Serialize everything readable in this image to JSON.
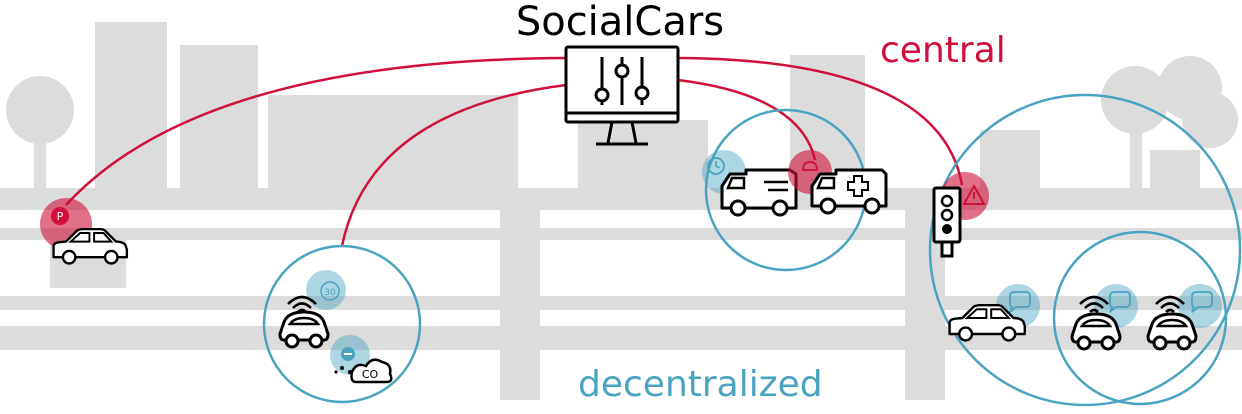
{
  "title": "SocialCars",
  "labels": {
    "central": "central",
    "decentralized": "decentralized"
  },
  "badges": {
    "parking": "P",
    "speed": "30",
    "emission": "CO"
  },
  "colors": {
    "central": "#d0103a",
    "decentralized": "#4aa3c0",
    "background": "#dcdcdc",
    "road": "#ffffff"
  },
  "icons": [
    "monitor-sliders-icon",
    "car-icon",
    "connected-car-icon",
    "van-icon",
    "ambulance-icon",
    "traffic-light-icon",
    "cloud-icon",
    "clock-icon",
    "siren-icon",
    "warning-icon",
    "chat-bubble-icon",
    "parking-icon",
    "speed-limit-icon",
    "wifi-icon"
  ]
}
